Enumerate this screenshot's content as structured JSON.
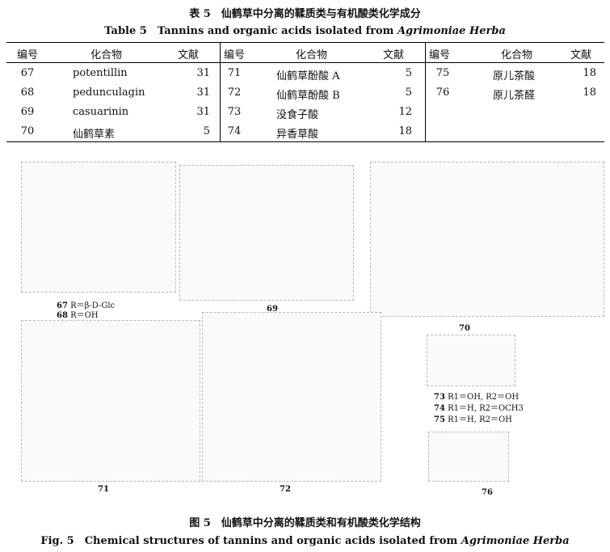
{
  "table_caption_cn": "表 5　仙鹤草中分离的鞣质类与有机酸类化学成分",
  "table_caption_en_prefix": "Table 5　Tannins and organic acids isolated from ",
  "table_caption_en_species": "Agrimoniae Herba",
  "table": {
    "headers": [
      "编号",
      "化合物",
      "文献"
    ],
    "columns": [
      [
        {
          "no": "67",
          "compound": "potentillin",
          "ref": "31"
        },
        {
          "no": "68",
          "compound": "pedunculagin",
          "ref": "31"
        },
        {
          "no": "69",
          "compound": "casuarinin",
          "ref": "31"
        },
        {
          "no": "70",
          "compound": "仙鹤草素",
          "ref": "5"
        }
      ],
      [
        {
          "no": "71",
          "compound": "仙鹤草酚酸 A",
          "ref": "5"
        },
        {
          "no": "72",
          "compound": "仙鹤草酚酸 B",
          "ref": "5"
        },
        {
          "no": "73",
          "compound": "没食子酸",
          "ref": "12"
        },
        {
          "no": "74",
          "compound": "异香草酸",
          "ref": "18"
        }
      ],
      [
        {
          "no": "75",
          "compound": "原儿茶酸",
          "ref": "18"
        },
        {
          "no": "76",
          "compound": "原儿茶醛",
          "ref": "18"
        }
      ]
    ]
  },
  "structures": {
    "s67_68": {
      "line1_no": "67",
      "line1_text": " R＝β-D-Glc",
      "line2_no": "68",
      "line2_text": " R＝OH"
    },
    "s69": "69",
    "s70": "70",
    "s71": "71",
    "s72": "72",
    "s73_75": {
      "l73_no": "73",
      "l73_text": " R1＝OH, R2＝OH",
      "l74_no": "74",
      "l74_text": " R1＝H, R2＝OCH3",
      "l75_no": "75",
      "l75_text": " R1＝H, R2＝OH"
    },
    "s76": "76"
  },
  "figure_caption_cn": "图 5　仙鹤草中分离的鞣质类和有机酸类化学结构",
  "figure_caption_en_prefix": "Fig. 5　Chemical structures of tannins and organic acids isolated from ",
  "figure_caption_en_species": "Agrimoniae Herba"
}
